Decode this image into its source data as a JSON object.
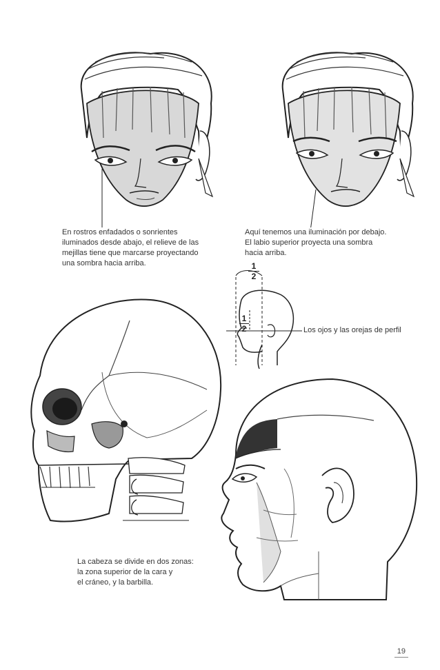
{
  "captions": {
    "angry_face": "En rostros enfadados o sonrientes\niluminados desde abajo, el relieve de las\nmejillas tiene que marcarse proyectando\nuna sombra hacia arriba.",
    "lip_shadow": "Aquí tenemos una iluminación por debajo.\nEl labio superior proyecta una sombra\nhacia arriba.",
    "profile_eyes_ears": "Los ojos y las orejas de perfil",
    "head_zones": "La cabeza se divide en dos zonas:\nla zona superior de la cara y\nel cráneo, y la barbilla."
  },
  "ratios": {
    "top_num": "1",
    "top_den": "2",
    "side_num": "1",
    "side_den": "2"
  },
  "page_number": "19"
}
